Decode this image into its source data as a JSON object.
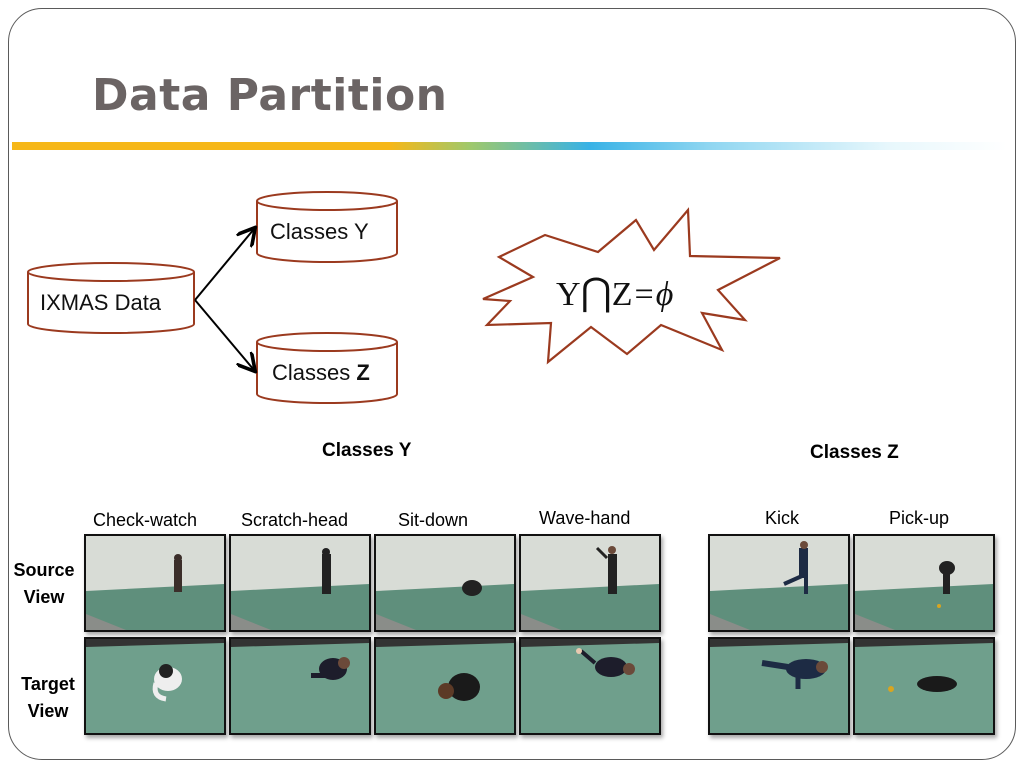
{
  "slide": {
    "title": "Data Partition"
  },
  "diagram": {
    "source_node": "IXMAS Data",
    "node_y": "Classes Y",
    "node_z_prefix": "Classes ",
    "node_z_bold": "Z",
    "formula": {
      "left": "Y",
      "op": "⋂",
      "right": "Z",
      "eq": "=",
      "empty": "ϕ"
    },
    "stroke_color": "#9b3a1f"
  },
  "groups": {
    "y_header": "Classes Y",
    "z_header": "Classes Z"
  },
  "actions": [
    "Check-watch",
    "Scratch-head",
    "Sit-down",
    "Wave-hand",
    "Kick",
    "Pick-up"
  ],
  "rows": {
    "source": "Source\nView",
    "target": "Target\nView"
  },
  "colors": {
    "title": "#6b6464",
    "accent_start": "#f6b718",
    "accent_mid": "#38b2e6",
    "floor": "#5f8f7c",
    "wall": "#d8dcd6"
  }
}
